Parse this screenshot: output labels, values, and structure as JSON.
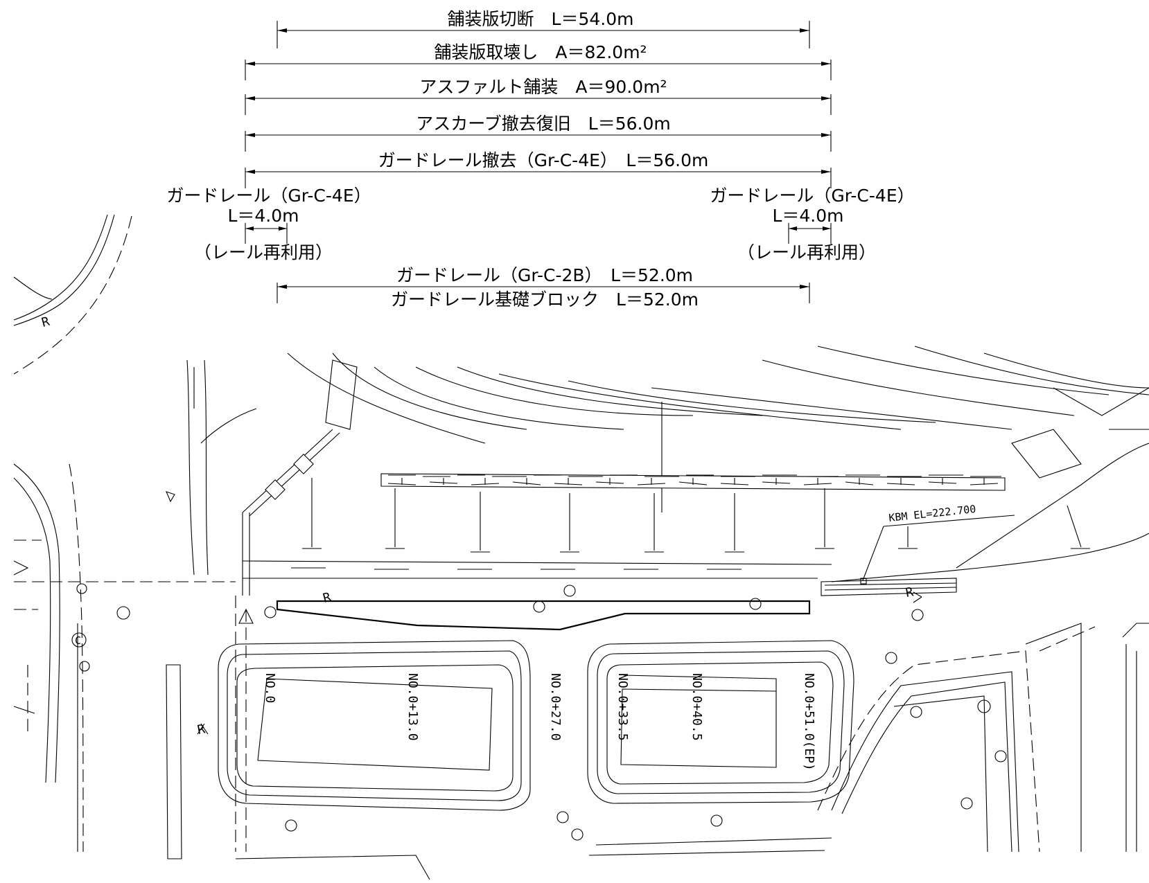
{
  "dimensions": {
    "pavement_cut": "舗装版切断　L＝54.0m",
    "pavement_removal": "舗装版取壊し　A＝82.0m²",
    "asphalt_paving": "アスファルト舗装　A＝90.0m²",
    "curb_removal_restore": "アスカーブ撤去復旧　L＝56.0m",
    "guardrail_removal": "ガードレール撤去（Gr-C-4E）　L＝56.0m",
    "guardrail_2b": "ガードレール（Gr-C-2B）　L＝52.0m",
    "guardrail_block": "ガードレール基礎ブロック　L＝52.0m"
  },
  "left_end": {
    "title": "ガードレール（Gr-C-4E）",
    "length": "L＝4.0m",
    "note": "（レール再利用）"
  },
  "right_end": {
    "title": "ガードレール（Gr-C-4E）",
    "length": "L＝4.0m",
    "note": "（レール再利用）"
  },
  "benchmark": "KBM EL=222.700",
  "stations": [
    "NO.0",
    "NO.0+13.0",
    "NO.0+27.0",
    "NO.0+33.5",
    "NO.0+40.5",
    "NO.0+51.0(EP)"
  ],
  "symbols": {
    "retaining_wall": "R",
    "culvert": "C"
  },
  "colors": {
    "line": "#000000",
    "background": "#ffffff"
  }
}
